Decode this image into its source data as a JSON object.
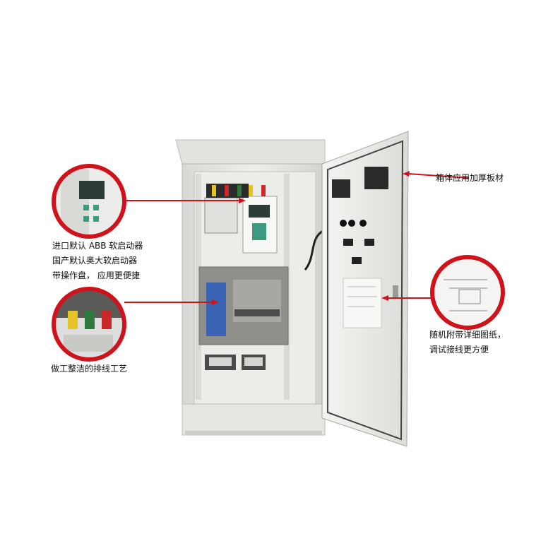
{
  "callouts": {
    "box": {
      "text": "箱体应用加厚板材"
    },
    "starter": {
      "lines": [
        "进口默认 ABB 软启动器",
        "国产默认奥大软启动器",
        "带操作盘，  应用更便捷"
      ]
    },
    "wiring": {
      "text": "做工整洁的排线工艺"
    },
    "drawing": {
      "lines": [
        "随机附带详细图纸，",
        "调试接线更方便"
      ]
    }
  },
  "colors": {
    "callout_ring": "#d0121b",
    "arrow": "#d0121b",
    "cabinet": "#e9e9e6",
    "cabinet_shadow": "#c9c9c4",
    "inner_panel": "#f3f3f0"
  }
}
